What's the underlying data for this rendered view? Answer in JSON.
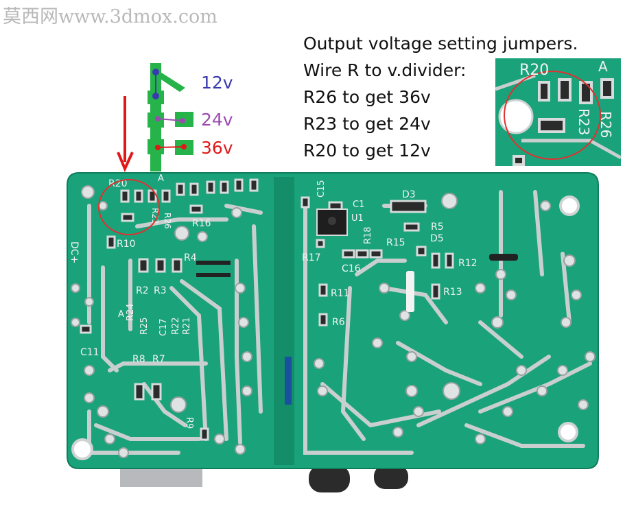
{
  "watermark": "莫西网www.3dmox.com",
  "instructions": {
    "lines": [
      "Output voltage setting jumpers.",
      "Wire R to v.divider:",
      "R26 to get 36v",
      "R23 to get 24v",
      "R20 to get 12v"
    ]
  },
  "jumpers": [
    {
      "label": "12v",
      "color": "#3a3ab0"
    },
    {
      "label": "24v",
      "color": "#9b4bb0"
    },
    {
      "label": "36v",
      "color": "#e01818"
    }
  ],
  "inset_labels": {
    "r20": "R20",
    "a": "A",
    "r23": "R23",
    "r26": "R26"
  },
  "board_labels": {
    "r20": "R20",
    "a_top": "A",
    "r23": "R23",
    "r26": "R26",
    "r16": "R16",
    "r10": "R10",
    "dc": "DC+",
    "r4": "R4",
    "r2": "R2",
    "r3": "R3",
    "a_mid": "A",
    "r24": "R24",
    "r25": "R25",
    "c17": "C17",
    "r22": "R22",
    "r21": "R21",
    "c11": "C11",
    "r8": "R8",
    "r7": "R7",
    "r9": "R9",
    "c15": "C15",
    "c1": "C1",
    "u1": "U1",
    "r18": "R18",
    "r17": "R17",
    "c16": "C16",
    "r15": "R15",
    "d3": "D3",
    "r5": "R5",
    "d5": "D5",
    "r12": "R12",
    "r13": "R13",
    "r11": "R11",
    "r6": "R6"
  },
  "colors": {
    "pcb": "#1aa37a",
    "trace": "#cfd3d3",
    "highlight_circle": "#e03030",
    "arrow": "#e01818",
    "jumper_green": "#26b34a"
  }
}
